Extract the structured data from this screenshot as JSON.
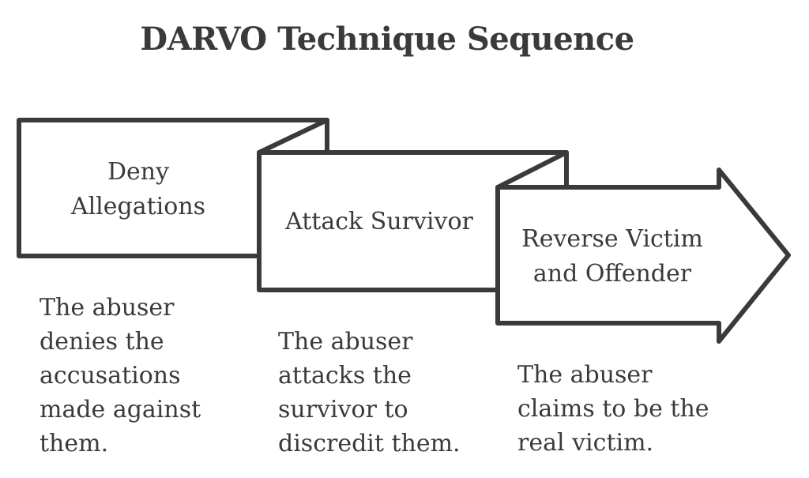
{
  "title": "DARVO Technique Sequence",
  "steps": [
    {
      "label": "Deny Allegations",
      "description": "The abuser\ndenies the\naccusations\nmade against\nthem."
    },
    {
      "label": "Attack Survivor",
      "description": "The abuser\nattacks the\nsurvivor to\ndiscredit them."
    },
    {
      "label": "Reverse Victim and Offender",
      "description": "The abuser\nclaims to be the\nreal victim."
    }
  ],
  "colors": {
    "stroke": "#3a3a3a",
    "text": "#3a3a3a",
    "fill": "#ffffff"
  }
}
